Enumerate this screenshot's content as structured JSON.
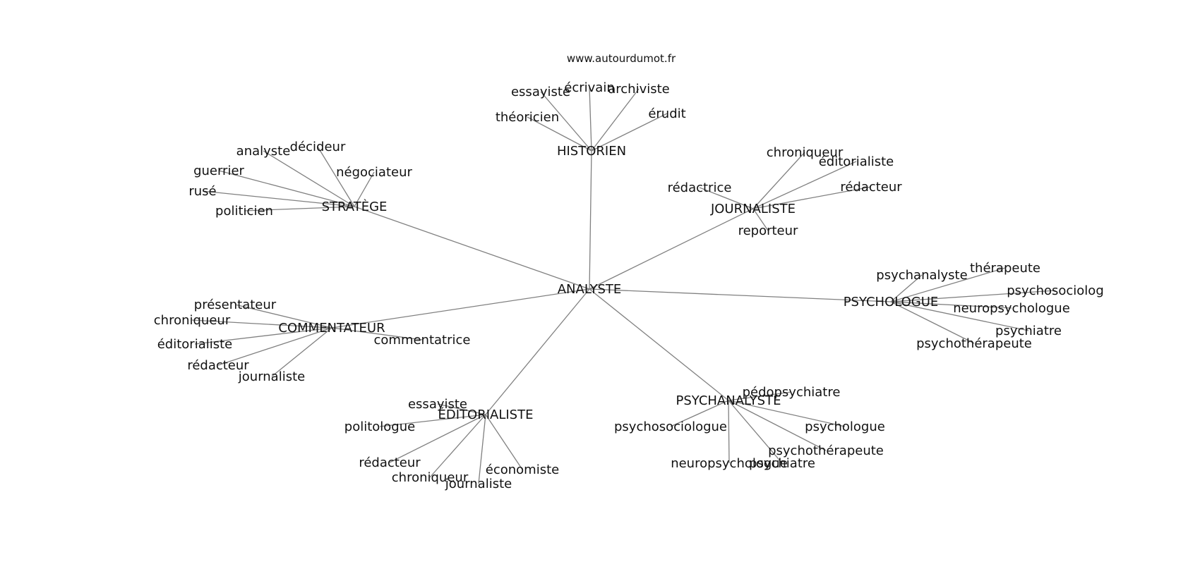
{
  "watermark": "www.autourdumot.fr",
  "center": "ANALYSTE",
  "colors": {
    "edge": "#808080",
    "text": "#111111",
    "background": "#ffffff"
  },
  "hubs": [
    {
      "label": "HISTORIEN",
      "leaves": [
        "essayiste",
        "écrivain",
        "archiviste",
        "érudit",
        "théoricien"
      ]
    },
    {
      "label": "STRATÈGE",
      "leaves": [
        "analyste",
        "décideur",
        "négociateur",
        "guerrier",
        "rusé",
        "politicien"
      ]
    },
    {
      "label": "JOURNALISTE",
      "leaves": [
        "chroniqueur",
        "éditorialiste",
        "rédactrice",
        "rédacteur",
        "reporteur"
      ]
    },
    {
      "label": "PSYCHOLOGUE",
      "leaves": [
        "psychanalyste",
        "thérapeute",
        "psychosociolog",
        "neuropsychologue",
        "psychiatre",
        "psychothérapeute"
      ]
    },
    {
      "label": "COMMENTATEUR",
      "leaves": [
        "présentateur",
        "chroniqueur",
        "éditorialiste",
        "rédacteur",
        "journaliste",
        "commentatrice"
      ]
    },
    {
      "label": "ÉDITORIALISTE",
      "leaves": [
        "essayiste",
        "politologue",
        "rédacteur",
        "chroniqueur",
        "journaliste",
        "économiste"
      ]
    },
    {
      "label": "PSYCHANALYSTE",
      "leaves": [
        "pédopsychiatre",
        "psychosociologue",
        "psychologue",
        "psychothérapeute",
        "neuropsychologue",
        "psychiatre"
      ]
    }
  ]
}
